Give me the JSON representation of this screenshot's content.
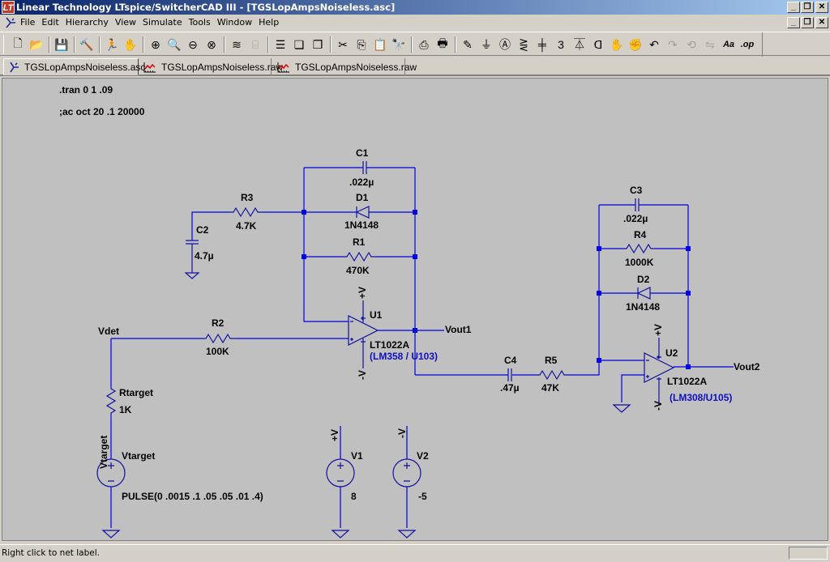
{
  "window": {
    "title": "Linear Technology LTspice/SwitcherCAD III - [TGSLopAmpsNoiseless.asc]",
    "app_icon": "LT",
    "buttons": {
      "minimize": "_",
      "restore": "❐",
      "close": "✕"
    }
  },
  "menu": {
    "items": [
      {
        "label": "File",
        "accel": "F"
      },
      {
        "label": "Edit",
        "accel": "E"
      },
      {
        "label": "Hierarchy",
        "accel": "i"
      },
      {
        "label": "View",
        "accel": "V"
      },
      {
        "label": "Simulate",
        "accel": "S"
      },
      {
        "label": "Tools",
        "accel": "T"
      },
      {
        "label": "Window",
        "accel": "W"
      },
      {
        "label": "Help",
        "accel": "H"
      }
    ]
  },
  "toolbar": {
    "buttons": [
      {
        "name": "new-schematic",
        "glyph": "🗋",
        "enabled": true
      },
      {
        "name": "open",
        "glyph": "📂",
        "enabled": true
      },
      {
        "name": "sep"
      },
      {
        "name": "save",
        "glyph": "💾",
        "enabled": true
      },
      {
        "name": "sep"
      },
      {
        "name": "control-panel",
        "glyph": "🔨",
        "enabled": true
      },
      {
        "name": "sep"
      },
      {
        "name": "run",
        "glyph": "🏃",
        "enabled": true
      },
      {
        "name": "halt",
        "glyph": "✋",
        "enabled": false
      },
      {
        "name": "sep"
      },
      {
        "name": "zoom-in",
        "glyph": "⊕",
        "enabled": true
      },
      {
        "name": "zoom-pan",
        "glyph": "🔍",
        "enabled": false
      },
      {
        "name": "zoom-out",
        "glyph": "⊖",
        "enabled": true
      },
      {
        "name": "zoom-fit",
        "glyph": "⊗",
        "enabled": true
      },
      {
        "name": "sep"
      },
      {
        "name": "autorange",
        "glyph": "≋",
        "enabled": true
      },
      {
        "name": "cursor",
        "glyph": "⌸",
        "enabled": false
      },
      {
        "name": "sep"
      },
      {
        "name": "tile-horizontal",
        "glyph": "☰",
        "enabled": true
      },
      {
        "name": "cascade",
        "glyph": "❏",
        "enabled": true
      },
      {
        "name": "close-window",
        "glyph": "❐",
        "enabled": true
      },
      {
        "name": "sep"
      },
      {
        "name": "cut",
        "glyph": "✂",
        "enabled": true
      },
      {
        "name": "copy",
        "glyph": "⎘",
        "enabled": true
      },
      {
        "name": "paste",
        "glyph": "📋",
        "enabled": false
      },
      {
        "name": "find",
        "glyph": "🔭",
        "enabled": true
      },
      {
        "name": "sep"
      },
      {
        "name": "print-preview",
        "glyph": "⎙",
        "enabled": true
      },
      {
        "name": "print",
        "glyph": "🖶",
        "enabled": true
      },
      {
        "name": "sep"
      },
      {
        "name": "draw-wire",
        "glyph": "✎",
        "enabled": true
      },
      {
        "name": "place-ground",
        "glyph": "⏚",
        "enabled": true
      },
      {
        "name": "label-net",
        "glyph": "Ⓐ",
        "enabled": true
      },
      {
        "name": "place-resistor",
        "glyph": "⋛",
        "enabled": true
      },
      {
        "name": "place-capacitor",
        "glyph": "╪",
        "enabled": true
      },
      {
        "name": "place-inductor",
        "glyph": "3",
        "enabled": true
      },
      {
        "name": "place-diode",
        "glyph": "⏄",
        "enabled": true
      },
      {
        "name": "place-component",
        "glyph": "ᗡ",
        "enabled": true
      },
      {
        "name": "move",
        "glyph": "✋",
        "enabled": true
      },
      {
        "name": "drag",
        "glyph": "✊",
        "enabled": true
      },
      {
        "name": "undo",
        "glyph": "↶",
        "enabled": true
      },
      {
        "name": "redo",
        "glyph": "↷",
        "enabled": false
      },
      {
        "name": "rotate",
        "glyph": "⟲",
        "enabled": false
      },
      {
        "name": "mirror",
        "glyph": "⇋",
        "enabled": false
      },
      {
        "name": "text",
        "glyph": "Aa",
        "enabled": true
      },
      {
        "name": "spice-directive",
        "glyph": ".op",
        "enabled": true
      }
    ]
  },
  "tabs": [
    {
      "label": "TGSLopAmpsNoiseless.asc",
      "type": "schematic",
      "active": true
    },
    {
      "label": "TGSLopAmpsNoiseless.raw",
      "type": "waveform",
      "active": false
    },
    {
      "label": "TGSLopAmpsNoiseless.raw",
      "type": "waveform",
      "active": false
    }
  ],
  "schematic": {
    "directives": [
      ".tran 0 1 .09",
      ";ac oct 20 .1 20000"
    ],
    "components": {
      "C1": {
        "ref": "C1",
        "value": ".022µ"
      },
      "D1": {
        "ref": "D1",
        "value": "1N4148"
      },
      "R3": {
        "ref": "R3",
        "value": "4.7K"
      },
      "C2": {
        "ref": "C2",
        "value": "4.7µ"
      },
      "R1": {
        "ref": "R1",
        "value": "470K"
      },
      "U1": {
        "ref": "U1",
        "value": "LT1022A",
        "comment": "(LM358 / U103)"
      },
      "R2": {
        "ref": "R2",
        "value": "100K"
      },
      "Rtarget": {
        "ref": "Rtarget",
        "value": "1K"
      },
      "Vtarget": {
        "ref": "Vtarget",
        "value": "PULSE(0 .0015 .1 .05 .05 .01 .4)"
      },
      "V1": {
        "ref": "V1",
        "value": "8"
      },
      "V2": {
        "ref": "V2",
        "value": "-5"
      },
      "C3": {
        "ref": "C3",
        "value": ".022µ"
      },
      "R4": {
        "ref": "R4",
        "value": "1000K"
      },
      "D2": {
        "ref": "D2",
        "value": "1N4148"
      },
      "C4": {
        "ref": "C4",
        "value": ".47µ"
      },
      "R5": {
        "ref": "R5",
        "value": "47K"
      },
      "U2": {
        "ref": "U2",
        "value": "LT1022A",
        "comment": "(LM308/U105)"
      }
    },
    "net_labels": {
      "vdet": "Vdet",
      "vout1": "Vout1",
      "vout2": "Vout2",
      "vtarget": "Vtarget",
      "pos_supply": "+V",
      "neg_supply": "-V"
    },
    "colors": {
      "wire": "#0000ff",
      "component": "#1010a0",
      "background": "#c0c0c0",
      "comment": "#1010c0"
    }
  },
  "status": {
    "text": "Right click to net label."
  }
}
